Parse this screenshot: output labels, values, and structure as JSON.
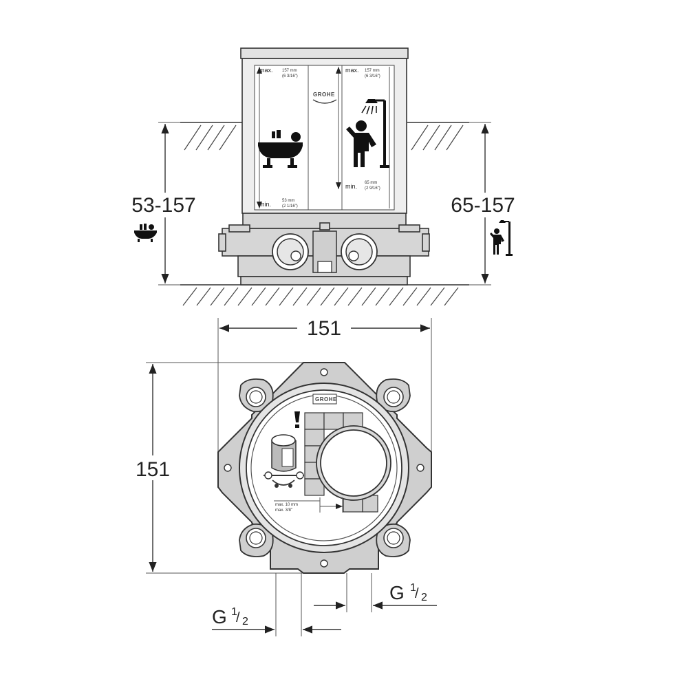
{
  "side_view": {
    "depth_bath": "53-157",
    "depth_shower": "65-157",
    "cover": {
      "brand": "GROHE",
      "max_left_label": "max.",
      "max_left_value": "157 mm",
      "max_left_inch": "(6 3/16\")",
      "min_left_label": "min.",
      "min_left_value": "53 mm",
      "min_left_inch": "(2 1/16\")",
      "max_right_label": "max.",
      "max_right_value": "157 mm",
      "max_right_inch": "(6 3/16\")",
      "min_right_label": "min.",
      "min_right_value": "65 mm",
      "min_right_inch": "(2 9/16\")"
    }
  },
  "front_view": {
    "width": "151",
    "height": "151",
    "brand": "GROHE",
    "note_line1": "max. 10 mm",
    "note_line2": "max. 3/8\"",
    "thread_left": "G",
    "thread_right": "G",
    "thread_fraction_num": "1",
    "thread_fraction_den": "2"
  },
  "icons": [
    "bathtub-icon",
    "shower-icon"
  ]
}
